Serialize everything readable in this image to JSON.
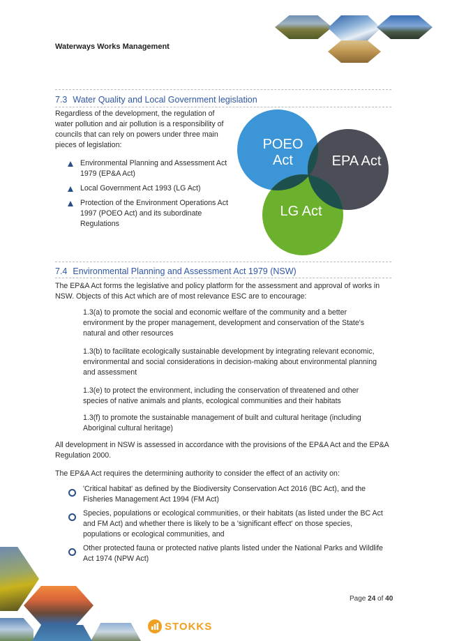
{
  "header": {
    "doc_title": "Waterways Works Management"
  },
  "section_73": {
    "number": "7.3",
    "title": "Water Quality and Local Government legislation",
    "intro_lines": [
      "Regardless of the development, the regulation of",
      "water pollution and air pollution is a responsibility of",
      "councils that can rely on powers under three main",
      "pieces of legislation:"
    ],
    "bullets": [
      {
        "lines": [
          "Environmental Planning and Assessment Act",
          "1979 (EP&A Act)"
        ]
      },
      {
        "lines": [
          "Local Government Act 1993 (LG Act)"
        ]
      },
      {
        "lines": [
          "Protection of the Environment Operations Act",
          "1997 (POEO Act) and its subordinate",
          "Regulations"
        ]
      }
    ]
  },
  "venn": {
    "poeo_label_1": "POEO",
    "poeo_label_2": "Act",
    "epa_label": "EPA Act",
    "lg_label": "LG Act",
    "colors": {
      "poeo": "#3b95d6",
      "epa": "#4b4d57",
      "lg": "#6cb12d",
      "overlap": "#1d4f4c"
    }
  },
  "section_74": {
    "number": "7.4",
    "title": "Environmental Planning and Assessment Act 1979 (NSW)",
    "intro_lines": [
      "The EP&A Act forms the legislative and policy platform for the assessment and approval of works in",
      "NSW. Objects of this Act which are of most relevance ESC are to encourage:"
    ],
    "objects": [
      {
        "lines": [
          "1.3(a) to promote the social and economic welfare of the community and a better",
          "environment by the proper management, development and conservation of the State's",
          "natural and other resources"
        ]
      },
      {
        "lines": [
          "1.3(b) to facilitate ecologically sustainable development by integrating relevant economic,",
          "environmental and social considerations in decision-making about environmental planning",
          "and assessment"
        ]
      },
      {
        "lines": [
          "1.3(e) to protect the environment, including the conservation of threatened and other",
          "species of native animals and plants, ecological communities and their habitats"
        ]
      },
      {
        "lines": [
          "1.3(f) to promote the sustainable management of built and cultural heritage (including",
          "Aboriginal cultural heritage)"
        ]
      }
    ],
    "assessed_lines": [
      "All development in NSW is assessed in accordance with the provisions of the EP&A Act and the EP&A",
      "Regulation 2000."
    ],
    "requires_line": "The EP&A Act requires the determining authority to consider the effect of an activity on:",
    "effects": [
      {
        "lines": [
          "'Critical habitat' as defined by the Biodiversity Conservation Act 2016 (BC Act), and the",
          "Fisheries Management Act 1994 (FM Act)"
        ]
      },
      {
        "lines": [
          "Species, populations or ecological communities, or their habitats (as listed under the BC Act",
          "and FM Act) and whether there is likely to be a 'significant effect' on those species,",
          "populations or ecological communities, and"
        ]
      },
      {
        "lines": [
          "Other protected fauna or protected native plants listed under the National Parks and Wildlife",
          "Act 1974 (NPW Act)"
        ]
      }
    ]
  },
  "footer": {
    "page_prefix": "Page",
    "page_current": "24",
    "page_of": "of",
    "page_total": "40",
    "logo_text": "STOKKS"
  }
}
